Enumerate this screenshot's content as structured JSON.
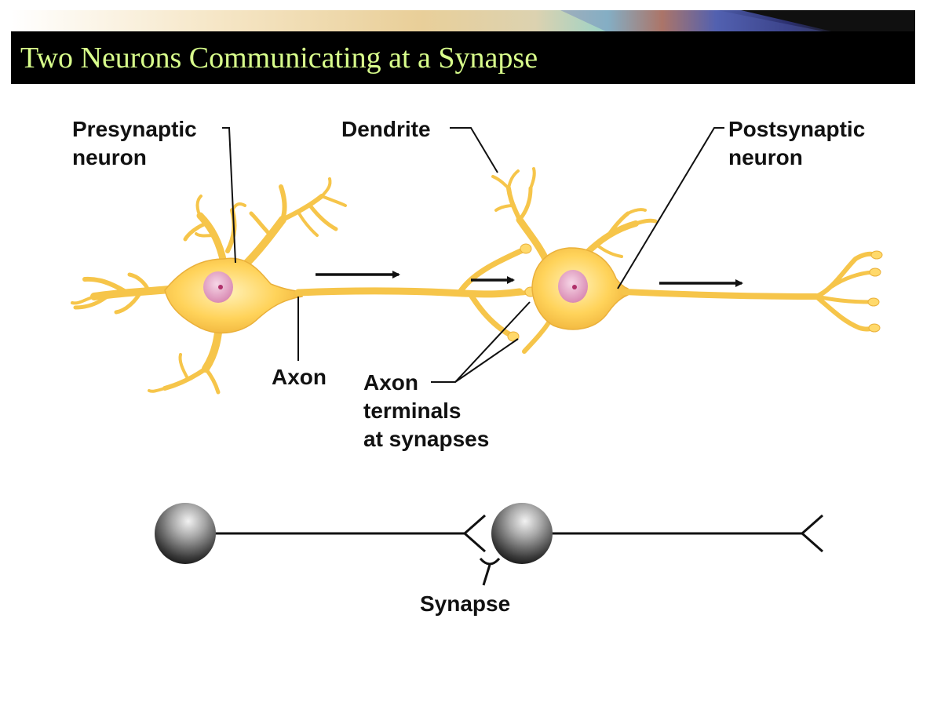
{
  "slide": {
    "title": "Two Neurons Communicating at a Synapse"
  },
  "labels": {
    "presynaptic_line1": "Presynaptic",
    "presynaptic_line2": "neuron",
    "dendrite": "Dendrite",
    "postsynaptic_line1": "Postsynaptic",
    "postsynaptic_line2": "neuron",
    "axon": "Axon",
    "axon_terminals_line1": "Axon",
    "axon_terminals_line2": "terminals",
    "axon_terminals_line3": "at synapses",
    "synapse": "Synapse"
  },
  "colors": {
    "title_bar": "#000000",
    "title_text": "#d9ff8c",
    "neuron_fill": "#ffd45a",
    "neuron_edge": "#f2b63a",
    "nucleus": "#e7a5c6",
    "nucleolus": "#b0306a",
    "line": "#111111"
  },
  "icons": {
    "signal_arrow": "right-arrow-icon",
    "soma_sphere": "gray-sphere-icon"
  }
}
